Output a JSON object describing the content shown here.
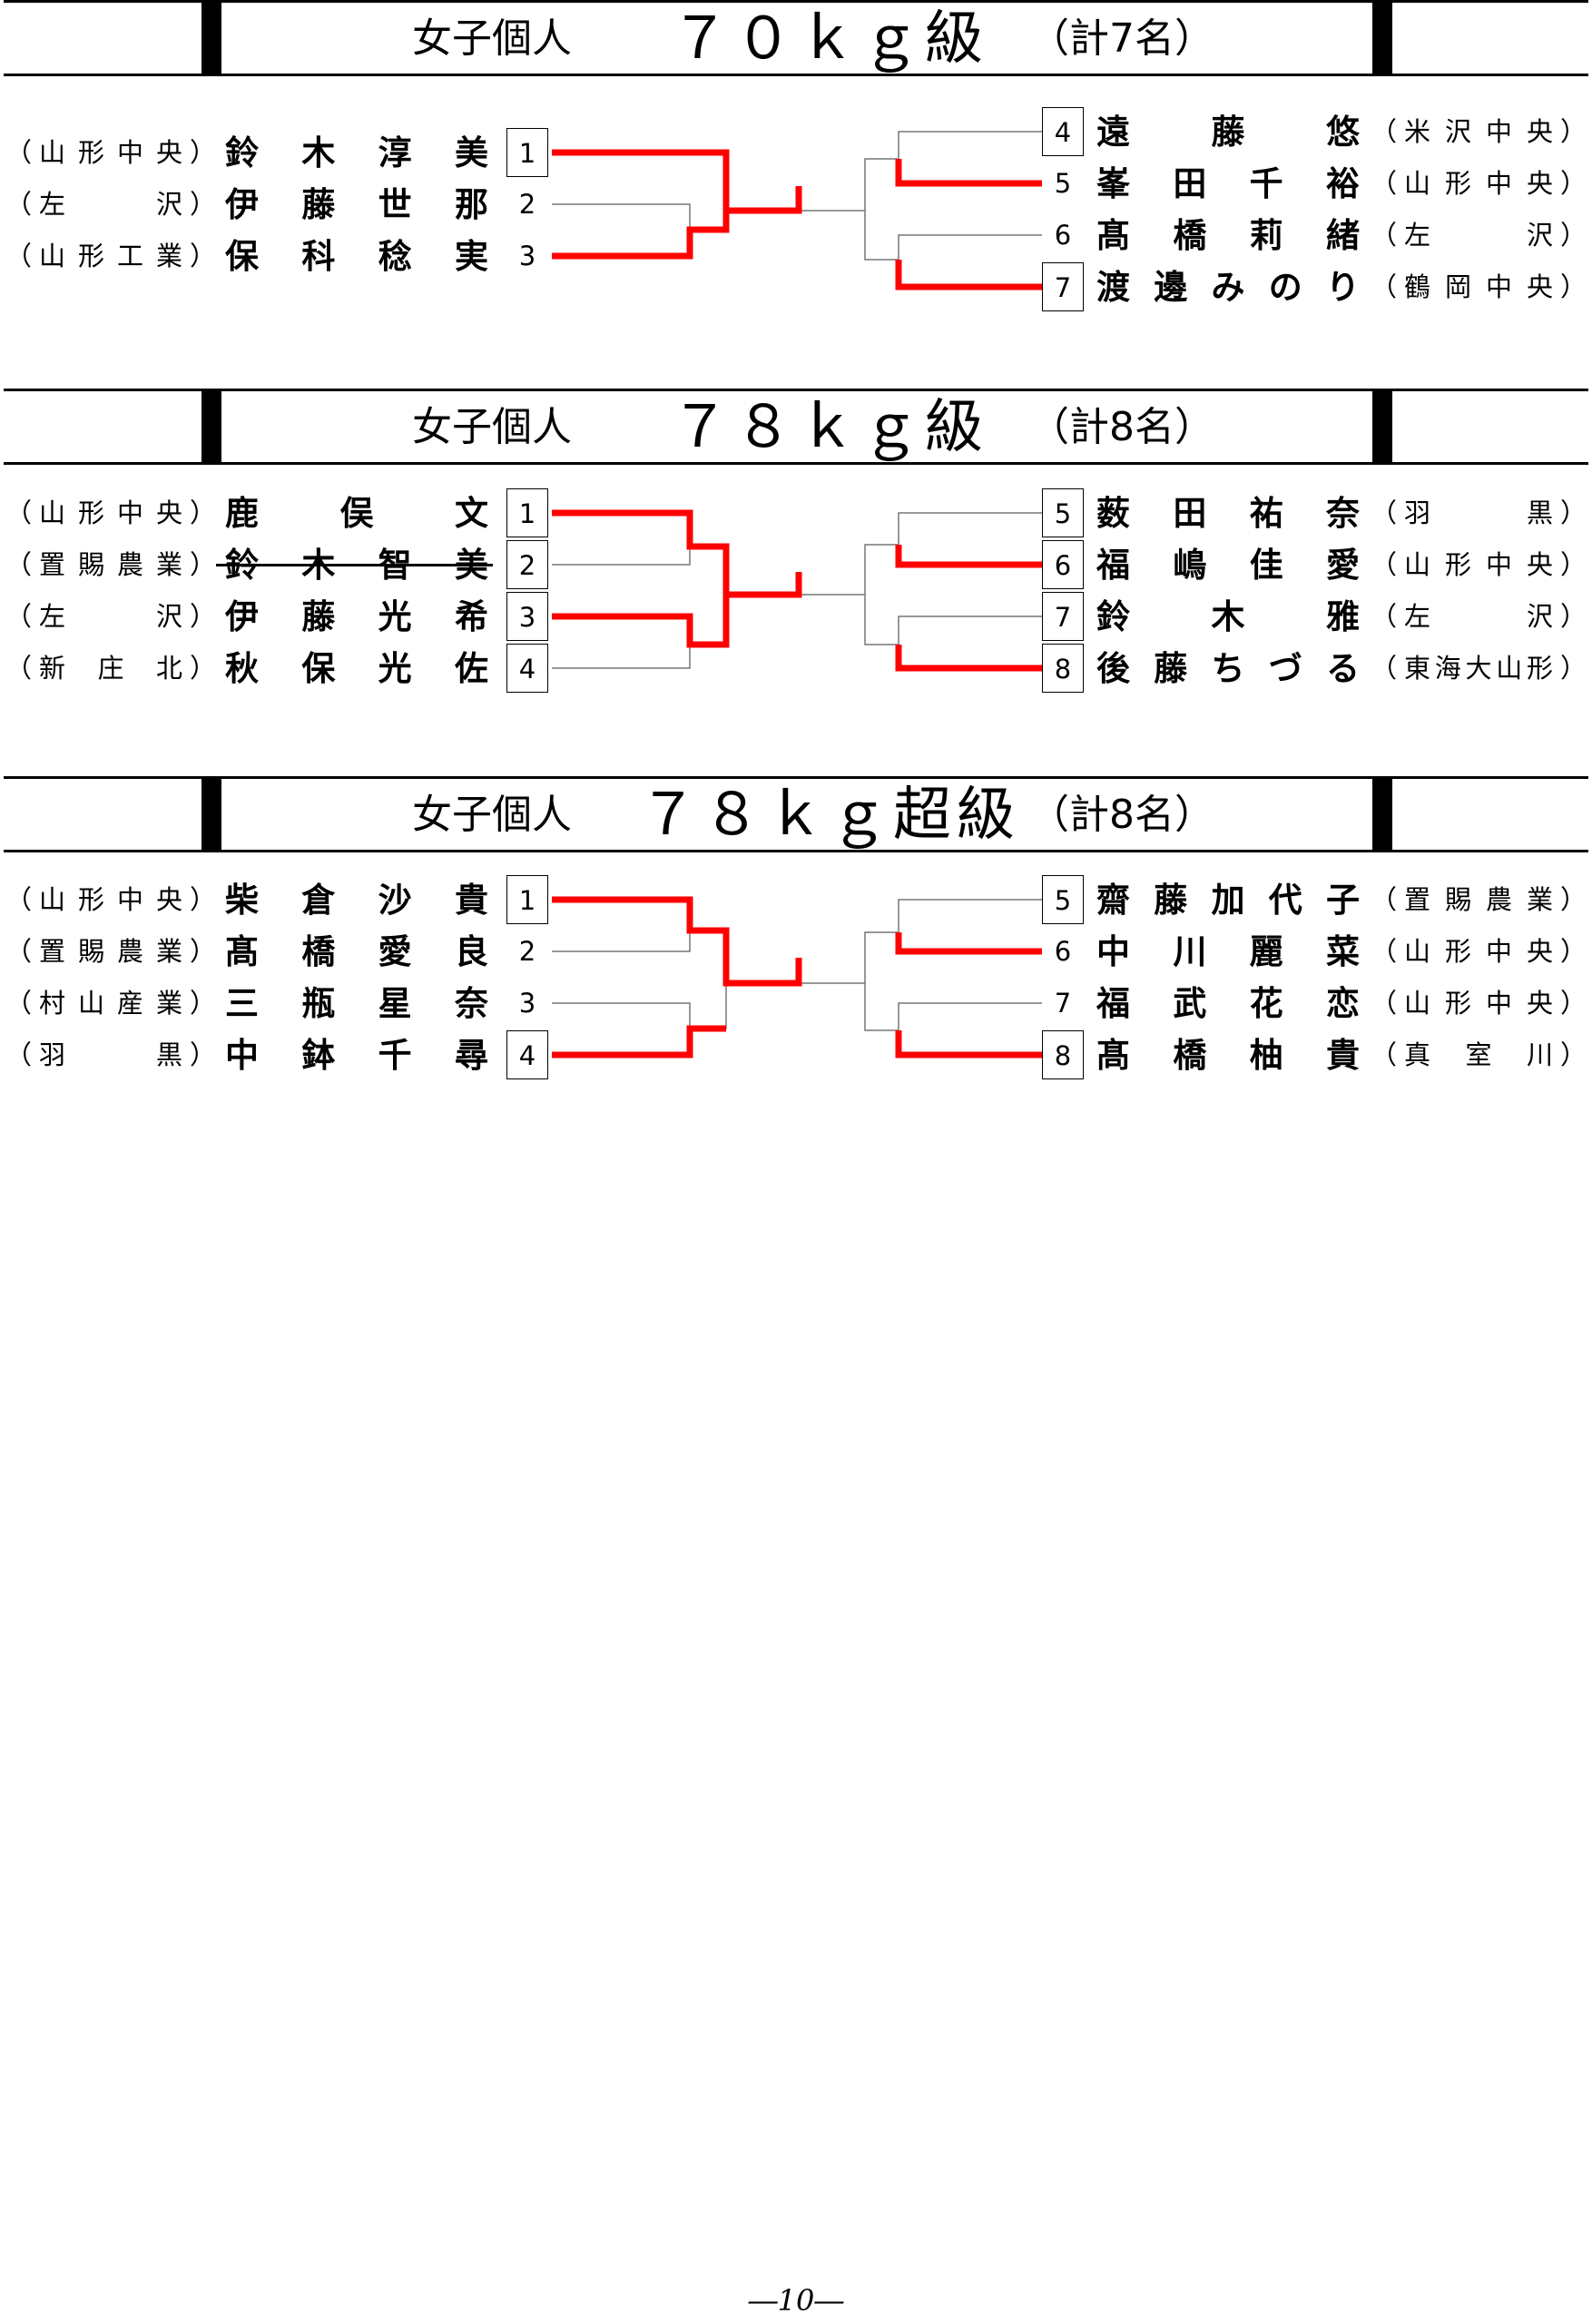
{
  "sections": [
    {
      "kind": "女子個人",
      "weight_class": "７０ｋｇ級",
      "count": "（計7名）",
      "left": [
        {
          "school": "山形中央",
          "name": "鈴木淳美",
          "num": "1",
          "boxed": true
        },
        {
          "school": "左沢",
          "name": "伊藤世那",
          "num": "2",
          "boxed": false
        },
        {
          "school": "山形工業",
          "name": "保科稔実",
          "num": "3",
          "boxed": false
        }
      ],
      "right": [
        {
          "num": "4",
          "boxed": true,
          "name": "遠藤悠",
          "school": "米沢中央"
        },
        {
          "num": "5",
          "boxed": false,
          "name": "峯田千裕",
          "school": "山形中央"
        },
        {
          "num": "6",
          "boxed": false,
          "name": "髙橋莉緒",
          "school": "左沢"
        },
        {
          "num": "7",
          "boxed": true,
          "name": "渡邊みのり",
          "school": "鶴岡中央"
        }
      ]
    },
    {
      "kind": "女子個人",
      "weight_class": "７８ｋｇ級",
      "count": "（計8名）",
      "left": [
        {
          "school": "山形中央",
          "name": "鹿俣文",
          "num": "1",
          "boxed": true
        },
        {
          "school": "置賜農業",
          "name": "鈴木智美",
          "num": "2",
          "boxed": true,
          "withdrawn": true
        },
        {
          "school": "左沢",
          "name": "伊藤光希",
          "num": "3",
          "boxed": true
        },
        {
          "school": "新庄北",
          "name": "秋保光佐",
          "num": "4",
          "boxed": true
        }
      ],
      "right": [
        {
          "num": "5",
          "boxed": true,
          "name": "薮田祐奈",
          "school": "羽黒"
        },
        {
          "num": "6",
          "boxed": true,
          "name": "福嶋佳愛",
          "school": "山形中央"
        },
        {
          "num": "7",
          "boxed": true,
          "name": "鈴木雅",
          "school": "左沢"
        },
        {
          "num": "8",
          "boxed": true,
          "name": "後藤ちづる",
          "school": "東海大山形"
        }
      ]
    },
    {
      "kind": "女子個人",
      "weight_class": "７８ｋｇ超級",
      "count": "（計8名）",
      "left": [
        {
          "school": "山形中央",
          "name": "柴倉沙貴",
          "num": "1",
          "boxed": true
        },
        {
          "school": "置賜農業",
          "name": "髙橋愛良",
          "num": "2",
          "boxed": false
        },
        {
          "school": "村山産業",
          "name": "三瓶星奈",
          "num": "3",
          "boxed": false
        },
        {
          "school": "羽黒",
          "name": "中鉢千尋",
          "num": "4",
          "boxed": true
        }
      ],
      "right": [
        {
          "num": "5",
          "boxed": true,
          "name": "齋藤加代子",
          "school": "置賜農業"
        },
        {
          "num": "6",
          "boxed": false,
          "name": "中川麗菜",
          "school": "山形中央"
        },
        {
          "num": "7",
          "boxed": false,
          "name": "福武花恋",
          "school": "山形中央"
        },
        {
          "num": "8",
          "boxed": true,
          "name": "髙橋柚貴",
          "school": "真室川"
        }
      ]
    }
  ],
  "footer": "―10―",
  "colors": {
    "winner_line": "#ff0000",
    "line": "#000000"
  }
}
